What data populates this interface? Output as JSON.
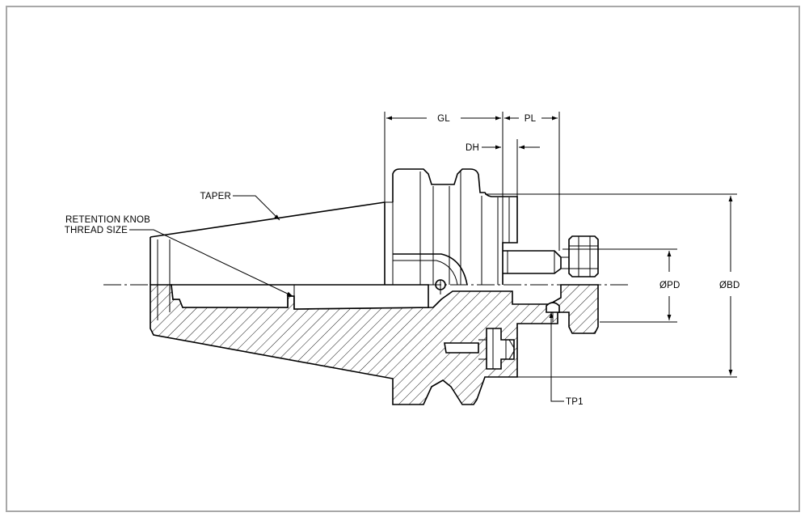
{
  "labels": {
    "gl": "GL",
    "pl": "PL",
    "dh": "DH",
    "taper": "TAPER",
    "retention_line1": "RETENTION KNOB",
    "retention_line2": "THREAD SIZE",
    "pd": "ØPD",
    "bd": "ØBD",
    "tp1": "TP1"
  },
  "colors": {
    "line": "#000000",
    "frame": "#a8a8a8",
    "background": "#ffffff"
  }
}
